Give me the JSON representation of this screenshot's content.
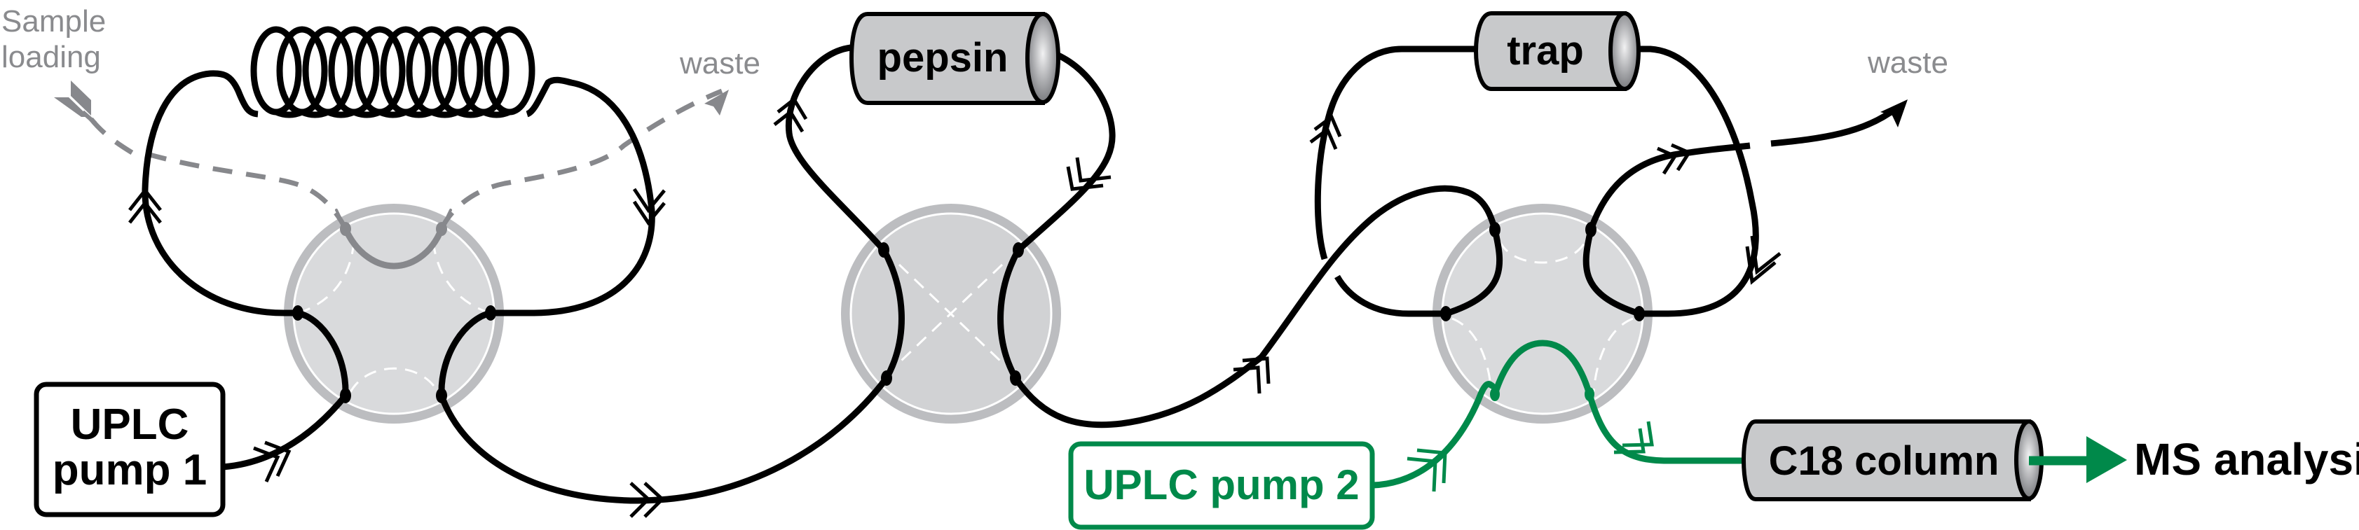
{
  "diagram": {
    "title": "HDX-MS online digestion valve setup",
    "labels": {
      "sample_loading_line1": "Sample",
      "sample_loading_line2": "loading",
      "waste_left": "waste",
      "waste_right": "waste",
      "pepsin": "pepsin",
      "trap": "trap",
      "c18_column": "C18 column",
      "pump1_line1": "UPLC",
      "pump1_line2": "pump 1",
      "pump2": "UPLC pump 2",
      "ms_analysis": "MS analysis"
    },
    "components": [
      {
        "id": "sample-loop-coil",
        "type": "coil",
        "turns": 10
      },
      {
        "id": "valve-1",
        "type": "6-port valve",
        "state": "inject"
      },
      {
        "id": "valve-2",
        "type": "4-port valve"
      },
      {
        "id": "valve-3",
        "type": "6-port valve"
      },
      {
        "id": "pepsin-column",
        "type": "column",
        "label_key": "pepsin"
      },
      {
        "id": "trap-column",
        "type": "column",
        "label_key": "trap"
      },
      {
        "id": "c18-column",
        "type": "column",
        "label_key": "c18_column"
      },
      {
        "id": "uplc-pump-1",
        "type": "pump"
      },
      {
        "id": "uplc-pump-2",
        "type": "pump"
      }
    ],
    "colors": {
      "main_flow": "#000000",
      "pump2_flow": "#00894a",
      "inactive_flow": "#87888c",
      "valve_ring": "#bcbdc0",
      "valve_face": "#d9dadc",
      "column_body": "#c8c9cb",
      "label_gray": "#8a8b8e"
    }
  }
}
